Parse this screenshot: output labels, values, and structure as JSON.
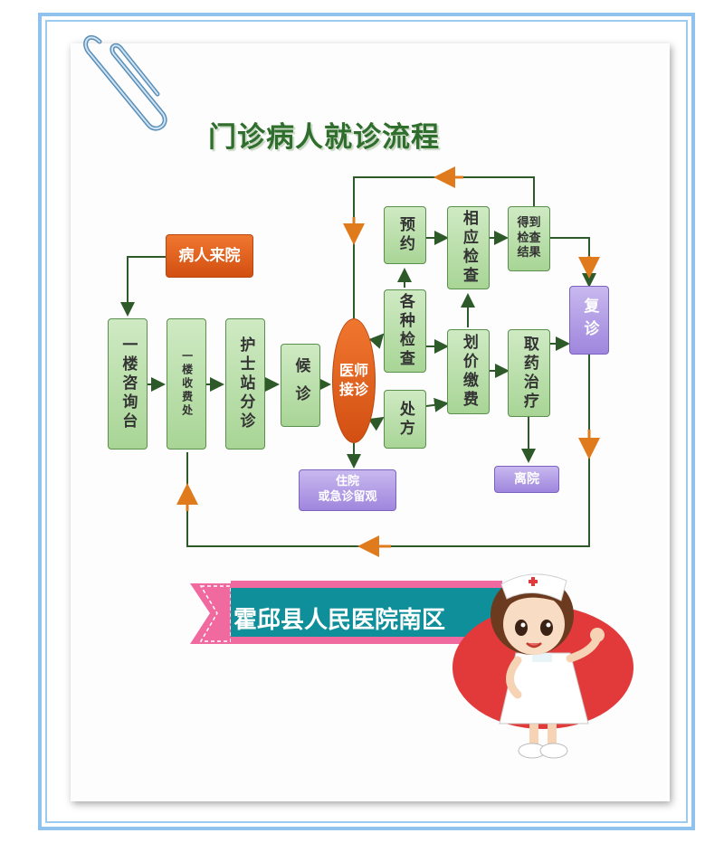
{
  "title": "门诊病人就诊流程",
  "nodes": {
    "patient_arrives": "病人来院",
    "first_floor_info": "一楼咨询台",
    "first_floor_cashier": "一楼收费处",
    "nurse_triage": "护士站分诊",
    "waiting": "候诊",
    "doctor_consult": "医师\n接诊",
    "appointment": "预约",
    "various_exams": "各种检查",
    "prescription": "处方",
    "related_exams": "相应检查",
    "pricing_payment": "划价缴费",
    "get_results": "得到\n检查\n结果",
    "take_medicine": "取药治疗",
    "follow_up": "复诊",
    "hospitalization": "住院\n或急诊留观",
    "discharge": "离院"
  },
  "banner": "霍邱县人民医院南区",
  "colors": {
    "green_box": "#b9e0a9",
    "orange_box": "#e2611f",
    "purple_box": "#ab95e2",
    "connector": "#2e5a2a",
    "arrow_accent": "#e07b1d",
    "banner_pink": "#f06aa0",
    "banner_teal": "#0f8f9a",
    "frame_blue": "#8fc3ee"
  }
}
